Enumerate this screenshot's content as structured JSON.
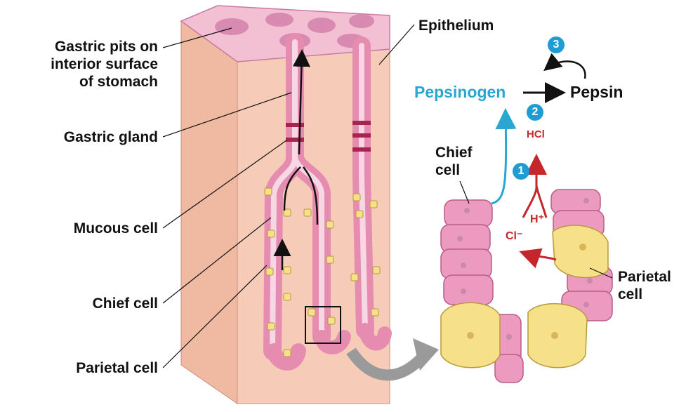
{
  "labels": {
    "gastric_pits": "Gastric pits on interior surface of stomach",
    "gastric_pits_lines": [
      "Gastric pits on",
      "interior surface",
      "of stomach"
    ],
    "gastric_gland": "Gastric gland",
    "mucous_cell": "Mucous cell",
    "chief_cell_left": "Chief cell",
    "parietal_cell_left": "Parietal cell",
    "epithelium": "Epithelium",
    "chief_cell_right_lines": [
      "Chief",
      "cell"
    ],
    "parietal_cell_right_lines": [
      "Parietal",
      "cell"
    ]
  },
  "reaction": {
    "pepsinogen": "Pepsinogen",
    "pepsin": "Pepsin",
    "hcl": "HCl",
    "h_plus": "H⁺",
    "cl_minus": "Cl⁻",
    "step1": "1",
    "step2": "2",
    "step3": "3"
  },
  "colors": {
    "pink_tissue": "#e58cb0",
    "pink_light": "#f2c1d4",
    "block_side": "#f4c7b3",
    "parietal_yellow": "#f6e08a",
    "blue_accent": "#1d9dd4",
    "red_accent": "#c4262b"
  }
}
